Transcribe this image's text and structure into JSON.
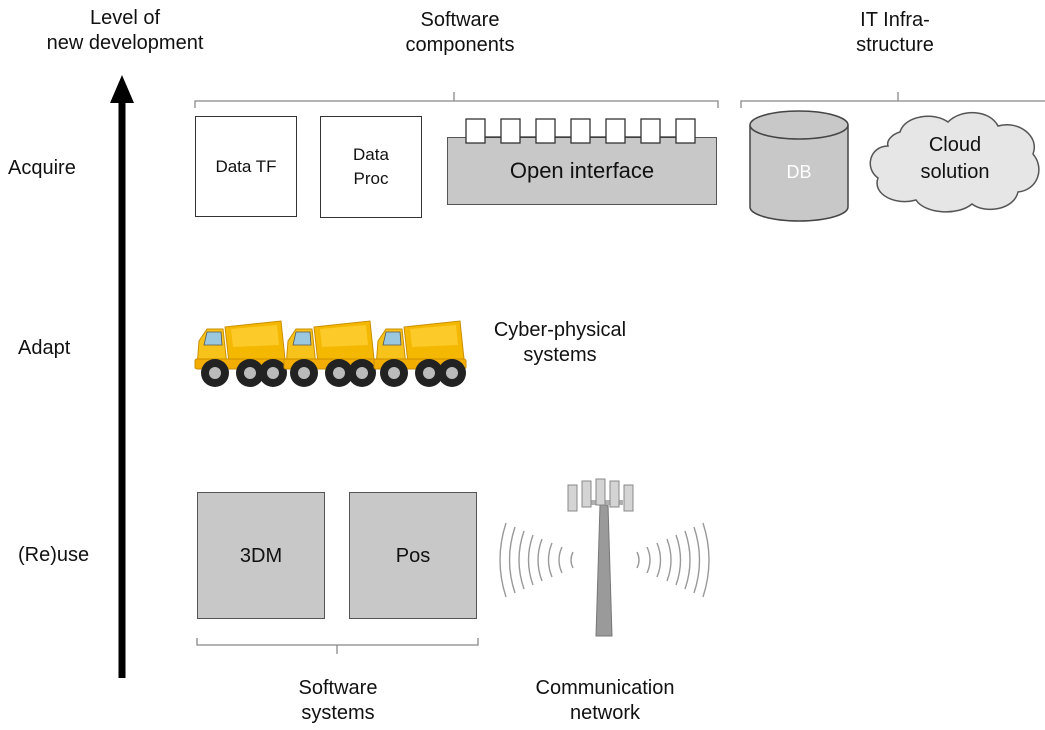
{
  "axis": {
    "title": "Level of\nnew development"
  },
  "levels": {
    "acquire": "Acquire",
    "adapt": "Adapt",
    "reuse": "(Re)use"
  },
  "groups": {
    "software_components": "Software\ncomponents",
    "it_infrastructure": "IT Infra-\nstructure",
    "cyber_physical": "Cyber-physical\nsystems",
    "software_systems": "Software\nsystems",
    "communication_network": "Communication\nnetwork"
  },
  "components": {
    "data_tf": "Data TF",
    "data_proc": "Data\nProc",
    "open_interface": "Open interface",
    "db": "DB",
    "cloud": "Cloud\nsolution"
  },
  "systems": {
    "three_dm": "3DM",
    "pos": "Pos"
  },
  "colors": {
    "box_gray": "#c8c8c8",
    "truck_yellow": "#f5b800",
    "truck_cab": "#f7c21a",
    "tire": "#222222"
  }
}
